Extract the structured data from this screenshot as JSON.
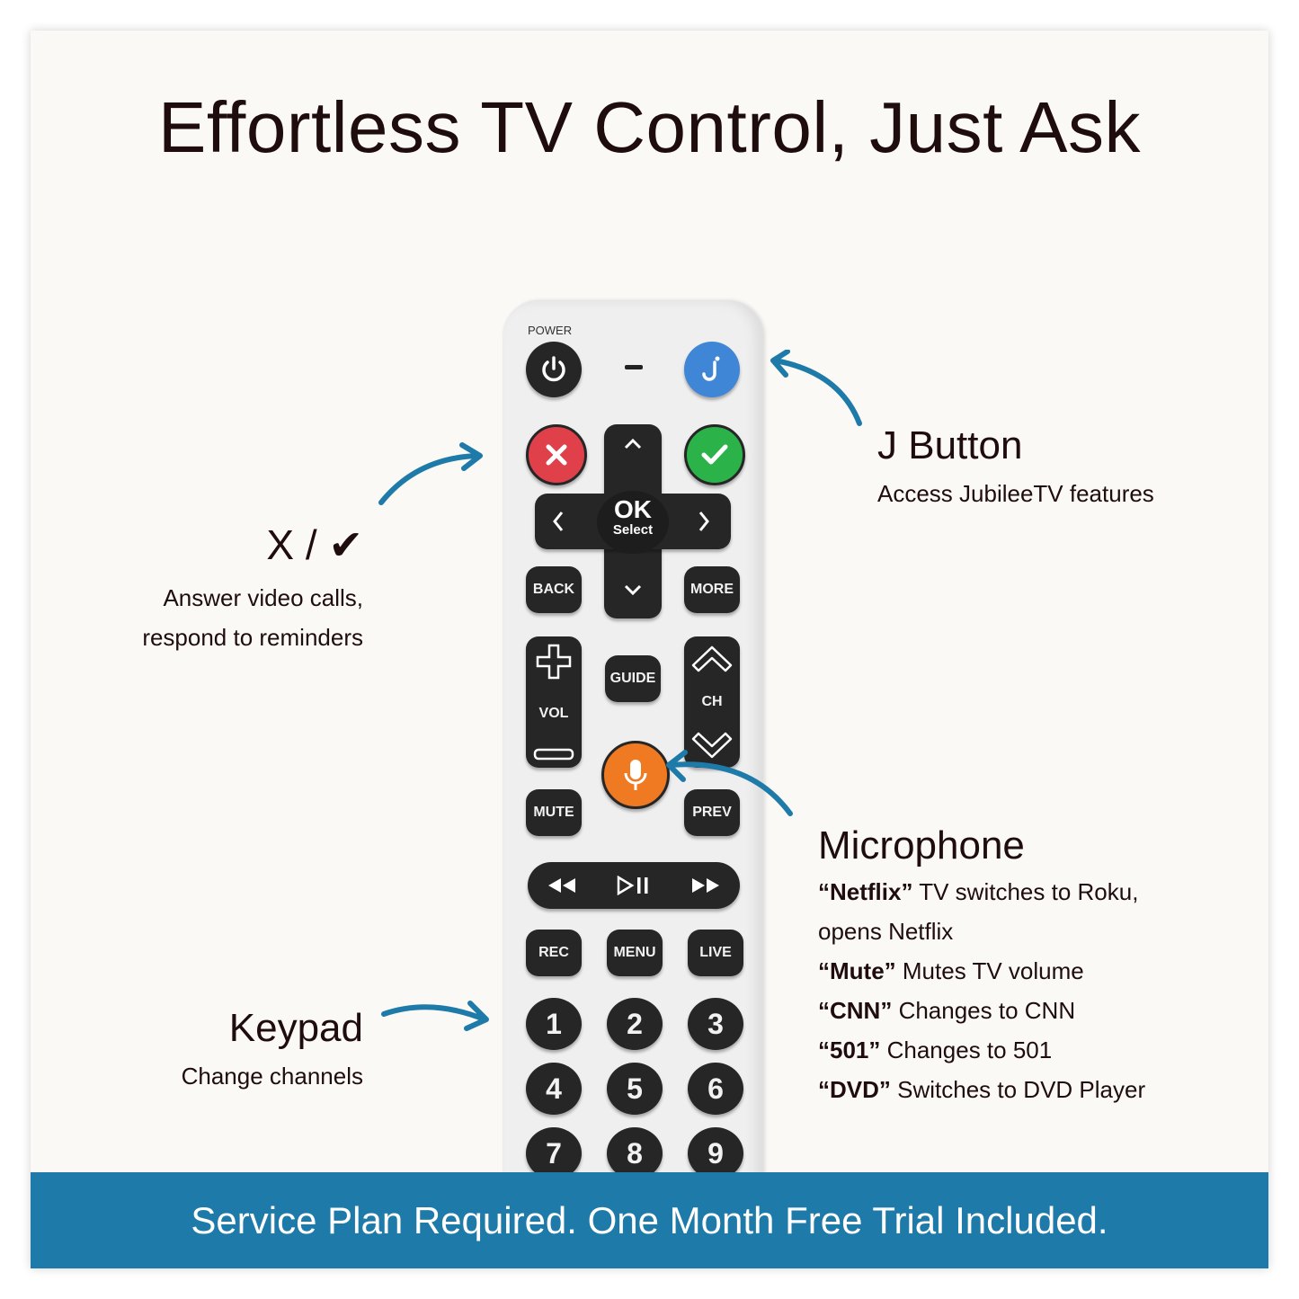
{
  "title": "Effortless TV Control, Just Ask",
  "footer": "Service Plan Required. One Month Free Trial Included.",
  "colors": {
    "accent": "#1e7aa8",
    "x_button": "#e0404a",
    "check_button": "#2bb34a",
    "j_button": "#3f86d6",
    "mic_button": "#f07a22",
    "text": "#1f0d0d"
  },
  "callouts": {
    "xcheck": {
      "heading": "X / ✔",
      "lines": [
        "Answer video calls,",
        "respond to reminders"
      ]
    },
    "jbutton": {
      "heading": "J Button",
      "lines": [
        "Access JubileeTV features"
      ]
    },
    "keypad": {
      "heading": "Keypad",
      "lines": [
        "Change channels"
      ]
    },
    "microphone": {
      "heading": "Microphone",
      "lines": [
        {
          "bold": "“Netflix”",
          "text": " TV switches to Roku,"
        },
        {
          "bold": "",
          "text": "opens Netflix"
        },
        {
          "bold": "“Mute”",
          "text": " Mutes TV volume"
        },
        {
          "bold": "“CNN”",
          "text": " Changes to CNN"
        },
        {
          "bold": "“501”",
          "text": " Changes to 501"
        },
        {
          "bold": "“DVD”",
          "text": " Switches to DVD Player"
        }
      ]
    }
  },
  "remote": {
    "power_label": "POWER",
    "ok_label": "OK",
    "select_label": "Select",
    "back": "BACK",
    "more": "MORE",
    "vol": "VOL",
    "ch": "CH",
    "guide": "GUIDE",
    "mute": "MUTE",
    "prev": "PREV",
    "rec": "REC",
    "menu": "MENU",
    "live": "LIVE",
    "numbers": [
      "1",
      "2",
      "3",
      "4",
      "5",
      "6",
      "7",
      "8",
      "9"
    ]
  }
}
